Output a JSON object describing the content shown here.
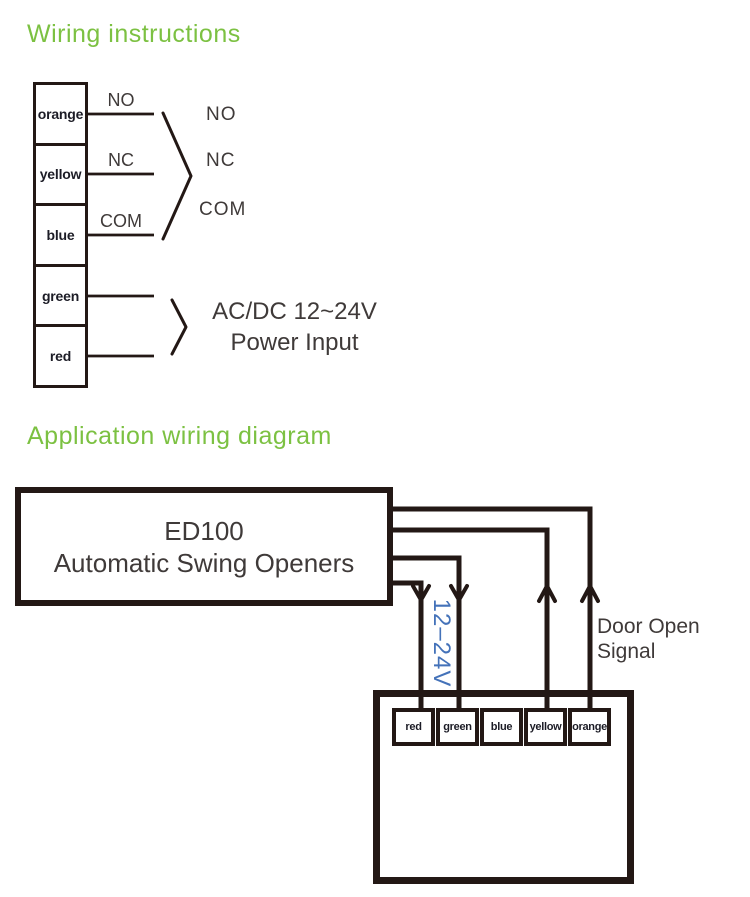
{
  "colors": {
    "accent_green": "#7cc142",
    "line_black": "#231815",
    "text_dark": "#3f3a39",
    "terminal_text": "#1c1c26",
    "voltage_blue": "#4472b9"
  },
  "wiring_section": {
    "title": "Wiring instructions",
    "terminal_block": {
      "terminals": [
        "orange",
        "yellow",
        "blue",
        "green",
        "red"
      ]
    },
    "wire_labels": [
      "NO",
      "NC",
      "COM"
    ],
    "relay_contact_labels": [
      "NO",
      "NC",
      "COM"
    ],
    "power_input": {
      "line1": "AC/DC 12~24V",
      "line2": "Power Input"
    }
  },
  "application_section": {
    "title": "Application wiring diagram",
    "opener_box": {
      "line1": "ED100",
      "line2": "Automatic Swing Openers"
    },
    "voltage_label": "12–24V",
    "door_open_signal": {
      "line1": "Door Open",
      "line2": "Signal"
    },
    "access_device_terminals": [
      "red",
      "green",
      "blue",
      "yellow",
      "orange"
    ]
  }
}
